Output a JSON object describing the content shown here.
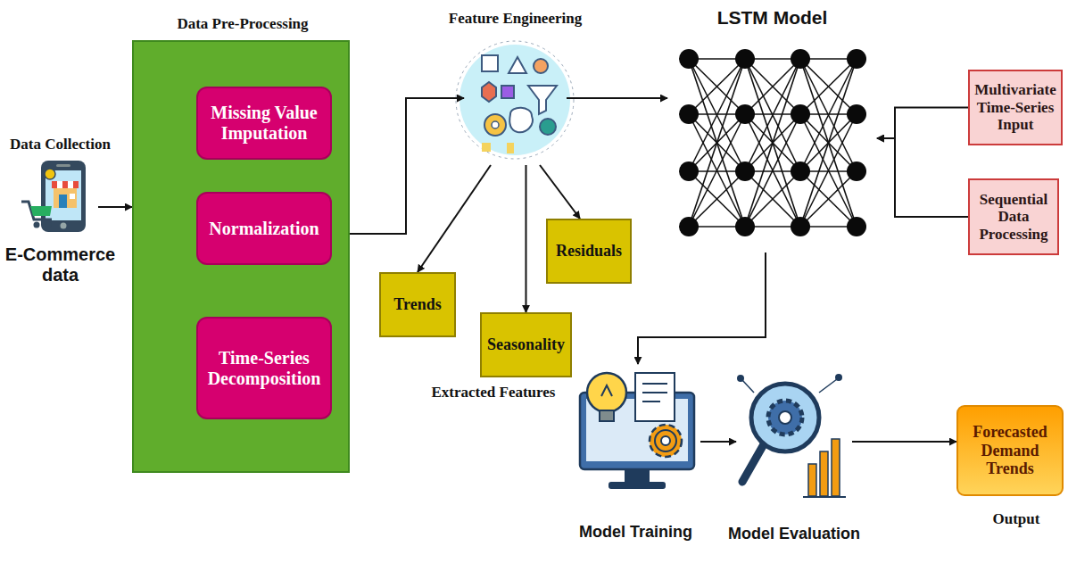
{
  "diagram": {
    "nodes": [
      {
        "text": [
          "Data Collection",
          "E-Commerce data"
        ]
      },
      {
        "text": [
          "Data Pre-Processing"
        ]
      },
      {
        "text": [
          "Missing Value Imputation"
        ],
        "in": 1
      },
      {
        "text": [
          "Normalization"
        ],
        "in": 1
      },
      {
        "text": [
          "Time-Series Decomposition"
        ],
        "in": 1
      },
      {
        "text": [
          "Feature Engineering"
        ]
      },
      {
        "text": [
          "Trends"
        ]
      },
      {
        "text": [
          "Seasonality"
        ]
      },
      {
        "text": [
          "Residuals"
        ]
      },
      {
        "text": [
          "LSTM Model"
        ]
      },
      {
        "text": [
          "Multivariate Time-Series Input"
        ]
      },
      {
        "text": [
          "Sequential Data Processing"
        ]
      },
      {
        "text": [
          "Model Training"
        ]
      },
      {
        "text": [
          "Model Evaluation"
        ]
      },
      {
        "text": [
          "Forecasted Demand Trends",
          "Output"
        ]
      }
    ],
    "edges": [
      {
        "from": 0,
        "to": 1,
        "arrow": "to"
      },
      {
        "from": 1,
        "to": 5,
        "arrow": "to"
      },
      {
        "from": 5,
        "to": 6,
        "arrow": "to"
      },
      {
        "from": 5,
        "to": 7,
        "arrow": "to"
      },
      {
        "from": 5,
        "to": 8,
        "arrow": "to"
      },
      {
        "from": 5,
        "to": 9,
        "arrow": "to"
      },
      {
        "from": 10,
        "to": 9,
        "arrow": "to"
      },
      {
        "from": 11,
        "to": 9,
        "arrow": "to"
      },
      {
        "from": 9,
        "to": 12,
        "arrow": "to"
      },
      {
        "from": 12,
        "to": 13,
        "arrow": "to"
      },
      {
        "from": 13,
        "to": 14,
        "arrow": "to"
      }
    ],
    "labels": [
      "Extracted Features"
    ]
  }
}
